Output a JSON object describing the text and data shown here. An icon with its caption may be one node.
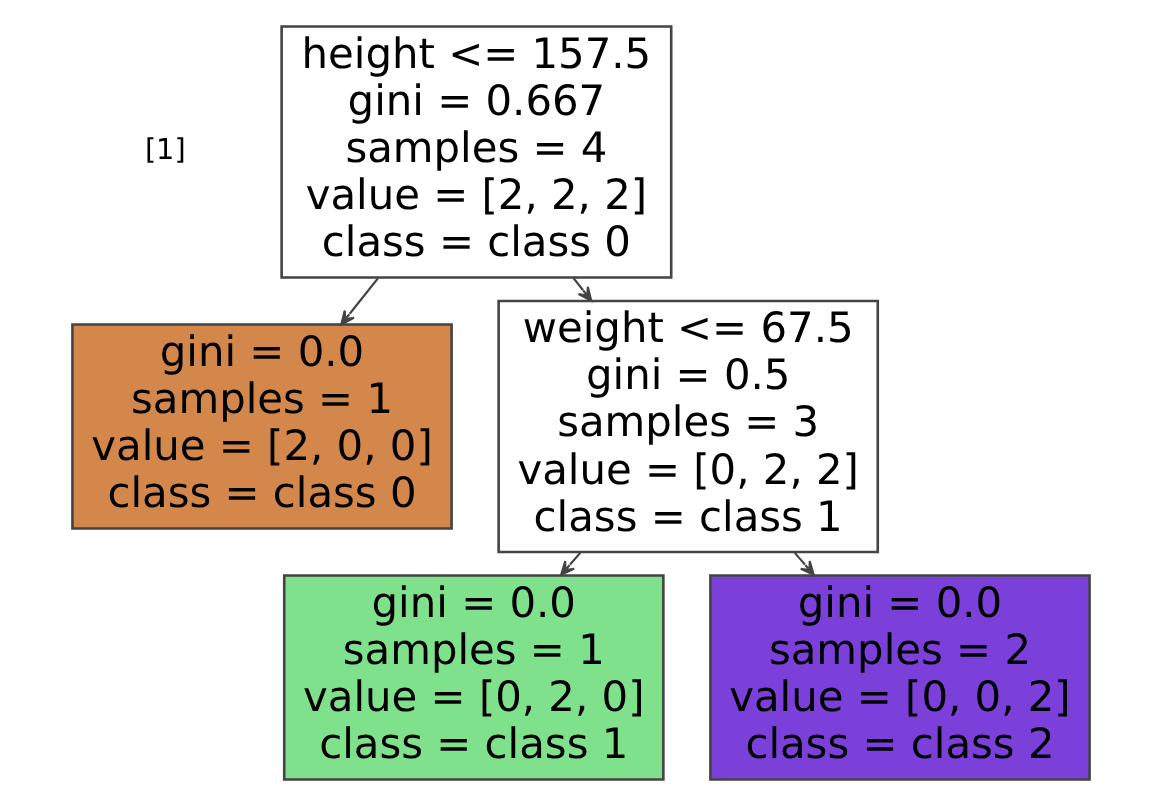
{
  "diagram": {
    "nodes": [
      {
        "text": [
          "height <= 157.5",
          "gini = 0.667",
          "samples = 4",
          "value = [2, 2, 2]",
          "class = class 0"
        ]
      },
      {
        "text": [
          "gini = 0.0",
          "samples = 1",
          "value = [2, 0, 0]",
          "class = class 0"
        ]
      },
      {
        "text": [
          "weight <= 67.5",
          "gini = 0.5",
          "samples = 3",
          "value = [0, 2, 2]",
          "class = class 1"
        ]
      },
      {
        "text": [
          "gini = 0.0",
          "samples = 1",
          "value = [0, 2, 0]",
          "class = class 1"
        ]
      },
      {
        "text": [
          "gini = 0.0",
          "samples = 2",
          "value = [0, 0, 2]",
          "class = class 2"
        ]
      }
    ],
    "edges": [
      {
        "from": 0,
        "to": 1,
        "arrow": "to"
      },
      {
        "from": 0,
        "to": 2,
        "arrow": "to"
      },
      {
        "from": 2,
        "to": 3,
        "arrow": "to"
      },
      {
        "from": 2,
        "to": 4,
        "arrow": "to"
      }
    ],
    "labels": [
      "[1]"
    ]
  }
}
